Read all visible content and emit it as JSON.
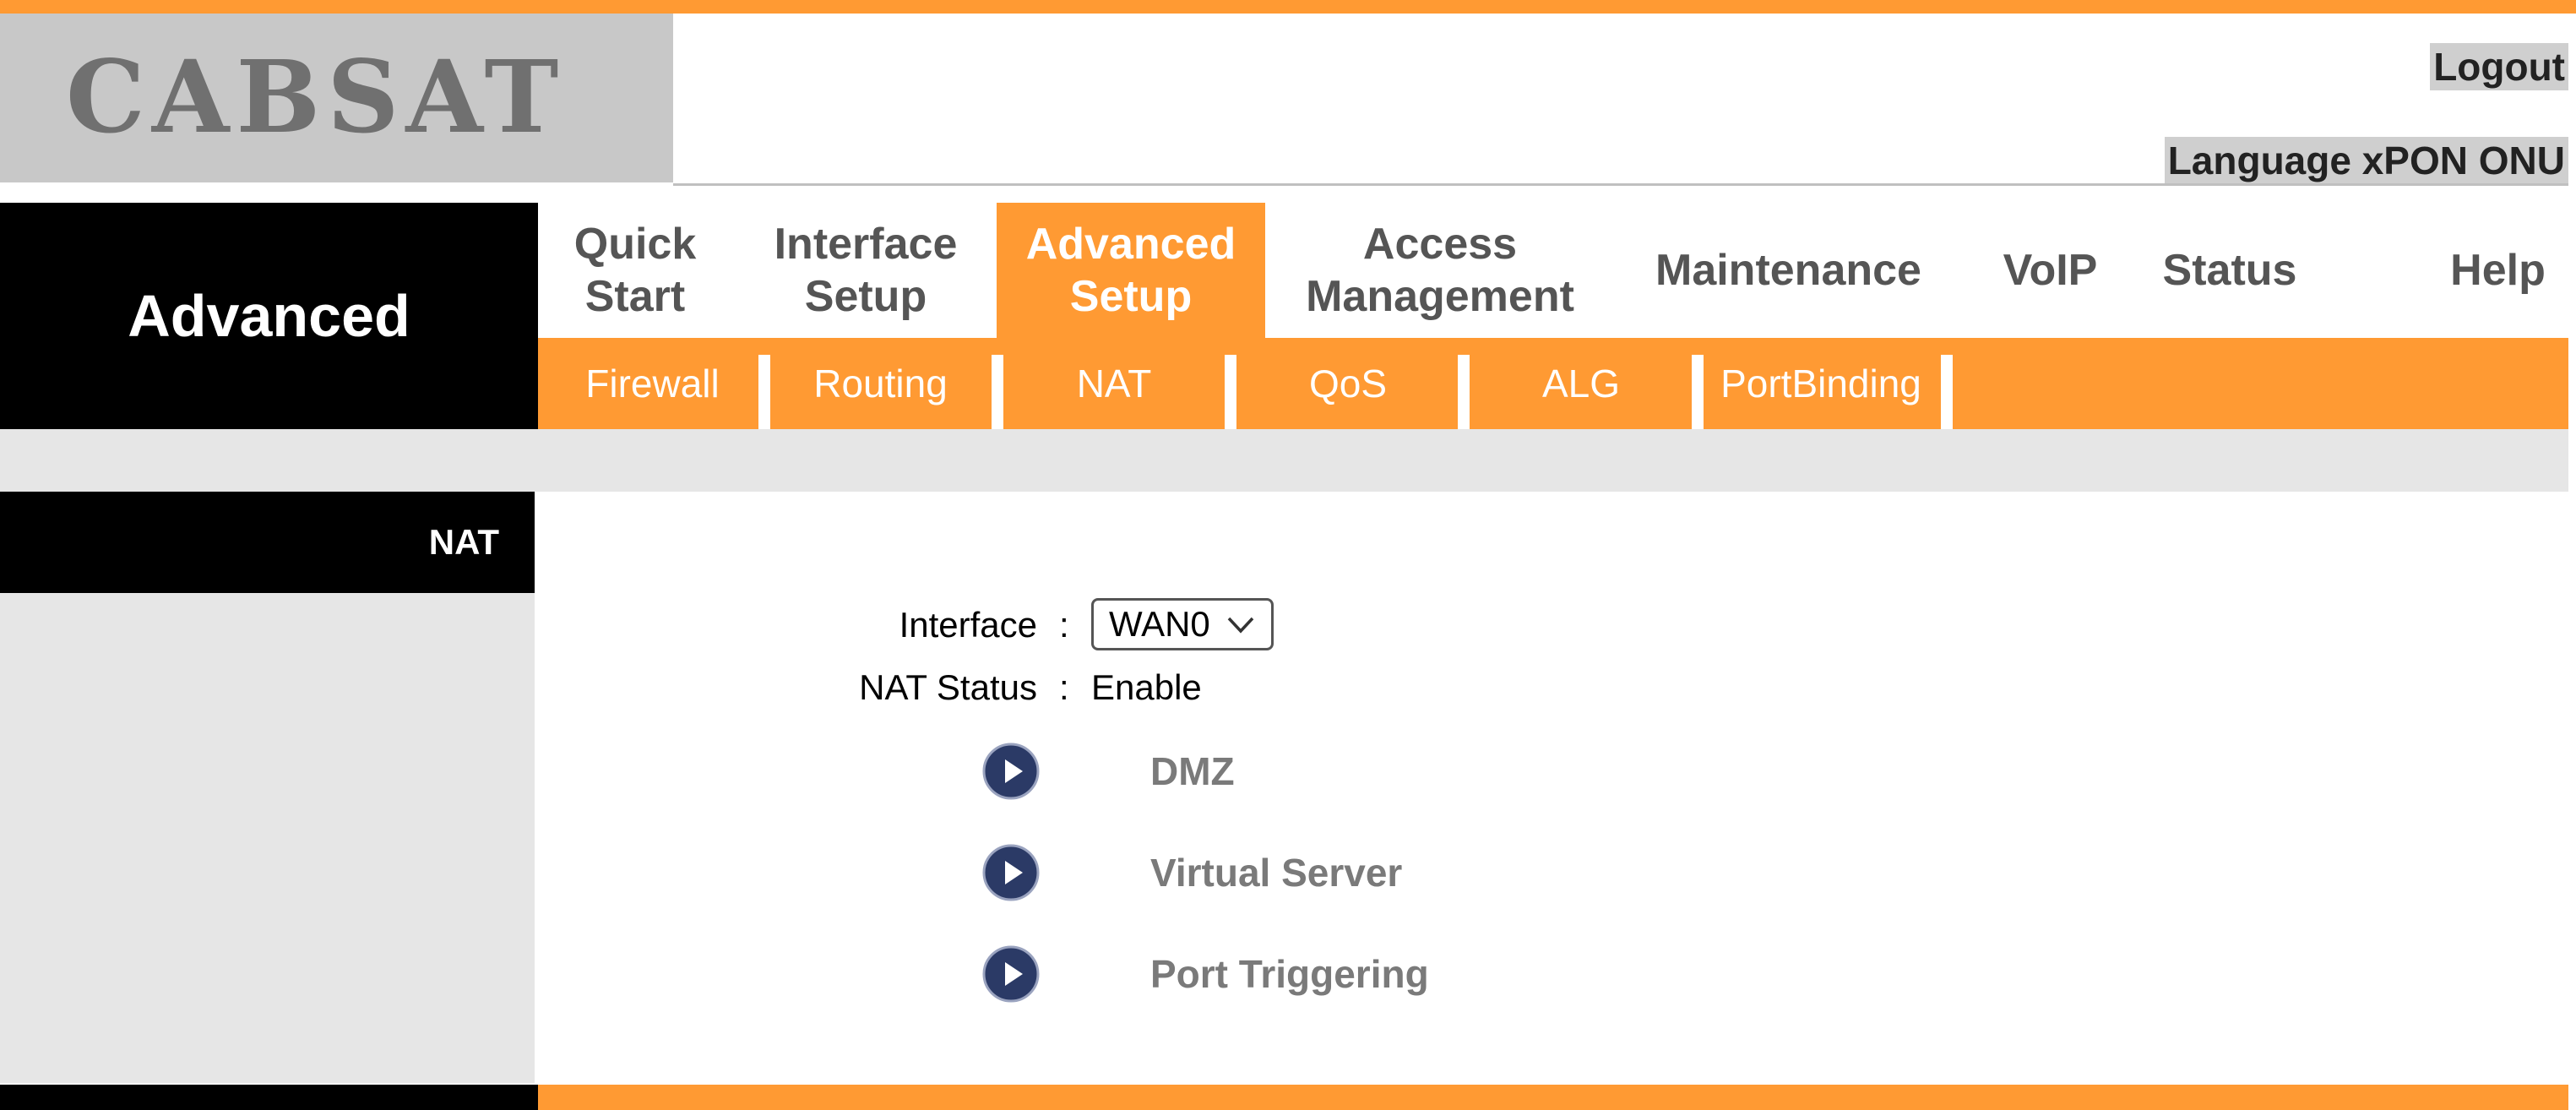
{
  "brand": {
    "logo_text": "CABSAT"
  },
  "header": {
    "logout": "Logout",
    "language_label": "Language xPON ONU"
  },
  "sidebar": {
    "section_title": "Advanced",
    "current_page": "NAT"
  },
  "main_tabs": [
    {
      "line1": "Quick",
      "line2": "Start",
      "active": false
    },
    {
      "line1": "Interface",
      "line2": "Setup",
      "active": false
    },
    {
      "line1": "Advanced",
      "line2": "Setup",
      "active": true
    },
    {
      "line1": "Access",
      "line2": "Management",
      "active": false
    },
    {
      "line1": "Maintenance",
      "line2": "",
      "active": false
    },
    {
      "line1": "VoIP",
      "line2": "",
      "active": false
    },
    {
      "line1": "Status",
      "line2": "",
      "active": false
    },
    {
      "line1": "Help",
      "line2": "",
      "active": false
    }
  ],
  "sub_tabs": [
    "Firewall",
    "Routing",
    "NAT",
    "QoS",
    "ALG",
    "PortBinding"
  ],
  "form": {
    "interface_label": "Interface",
    "interface_value": "WAN0",
    "nat_status_label": "NAT Status",
    "nat_status_value": "Enable",
    "colon": ":"
  },
  "links": [
    "DMZ",
    "Virtual Server",
    "Port Triggering"
  ],
  "colors": {
    "accent": "#ff9a33",
    "panel_black": "#000000",
    "band_grey": "#e6e6e6",
    "logo_bg": "#c8c8c8",
    "icon_navy": "#2b3a66"
  },
  "icons": {
    "link_bullet": "play-circle-icon",
    "select_arrow": "chevron-down-icon"
  }
}
